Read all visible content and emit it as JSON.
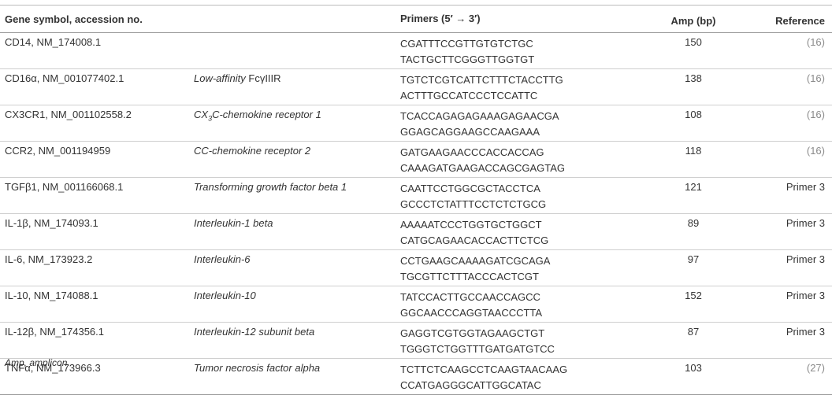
{
  "headers": {
    "gene": "Gene symbol, accession no.",
    "name": "",
    "primers": "Primers (5′ → 3′)",
    "amp": "Amp (bp)",
    "reference": "Reference"
  },
  "rows": [
    {
      "gene": "CD14, NM_174008.1",
      "name_pre": "",
      "name_up": "",
      "name_post": "",
      "fwd": "CGATTTCCGTTGTGTCTGC",
      "rev": "TACTGCTTCGGGTTGGTGT",
      "amp": "150",
      "ref": "(16)"
    },
    {
      "gene": "CD16α, NM_001077402.1",
      "name_pre": "Low-affinity ",
      "name_up": "FcγIIIR",
      "name_post": "",
      "fwd": "TGTCTCGTCATTCTTTCTACCTTG",
      "rev": "ACTTTGCCATCCCTCCATTC",
      "amp": "138",
      "ref": "(16)"
    },
    {
      "gene": "CX3CR1, NM_001102558.2",
      "name_pre": "CX",
      "name_sub": "3",
      "name_post": "C-chemokine receptor 1",
      "fwd": "TCACCAGAGAGAAAGAGAACGA",
      "rev": "GGAGCAGGAAGCCAAGAAA",
      "amp": "108",
      "ref": "(16)"
    },
    {
      "gene": "CCR2, NM_001194959",
      "name_pre": "CC-chemokine receptor 2",
      "name_up": "",
      "name_post": "",
      "fwd": "GATGAAGAACCCACCACCAG",
      "rev": "CAAAGATGAAGACCAGCGAGTAG",
      "amp": "118",
      "ref": "(16)"
    },
    {
      "gene": "TGFβ1, NM_001166068.1",
      "name_pre": "Transforming growth factor beta 1",
      "name_up": "",
      "name_post": "",
      "fwd": "CAATTCCTGGCGCTACCTCA",
      "rev": "GCCCTCTATTTCCTCTCTGCG",
      "amp": "121",
      "ref": "Primer 3"
    },
    {
      "gene": "IL-1β, NM_174093.1",
      "name_pre": "Interleukin-1 beta",
      "name_up": "",
      "name_post": "",
      "fwd": "AAAAATCCCTGGTGCTGGCT",
      "rev": "CATGCAGAACACCACTTCTCG",
      "amp": "89",
      "ref": "Primer 3"
    },
    {
      "gene": "IL-6, NM_173923.2",
      "name_pre": "Interleukin-6",
      "name_up": "",
      "name_post": "",
      "fwd": "CCTGAAGCAAAAGATCGCAGA",
      "rev": "TGCGTTCTTTACCCACTCGT",
      "amp": "97",
      "ref": "Primer 3"
    },
    {
      "gene": "IL-10, NM_174088.1",
      "name_pre": "Interleukin-10",
      "name_up": "",
      "name_post": "",
      "fwd": "TATCCACTTGCCAACCAGCC",
      "rev": "GGCAACCCAGGTAACCCTTA",
      "amp": "152",
      "ref": "Primer 3"
    },
    {
      "gene": "IL-12β, NM_174356.1",
      "name_pre": "Interleukin-12 subunit beta",
      "name_up": "",
      "name_post": "",
      "fwd": "GAGGTCGTGGTAGAAGCTGT",
      "rev": "TGGGTCTGGTTTGATGATGTCC",
      "amp": "87",
      "ref": "Primer 3"
    },
    {
      "gene": "TNFα, NM_173966.3",
      "name_pre": "Tumor necrosis factor alpha",
      "name_up": "",
      "name_post": "",
      "fwd": "TCTTCTCAAGCCTCAAGTAACAAG",
      "rev": "CCATGAGGGCATTGGCATAC",
      "amp": "103",
      "ref": "(27)"
    }
  ],
  "footnote": "Amp, amplicon."
}
